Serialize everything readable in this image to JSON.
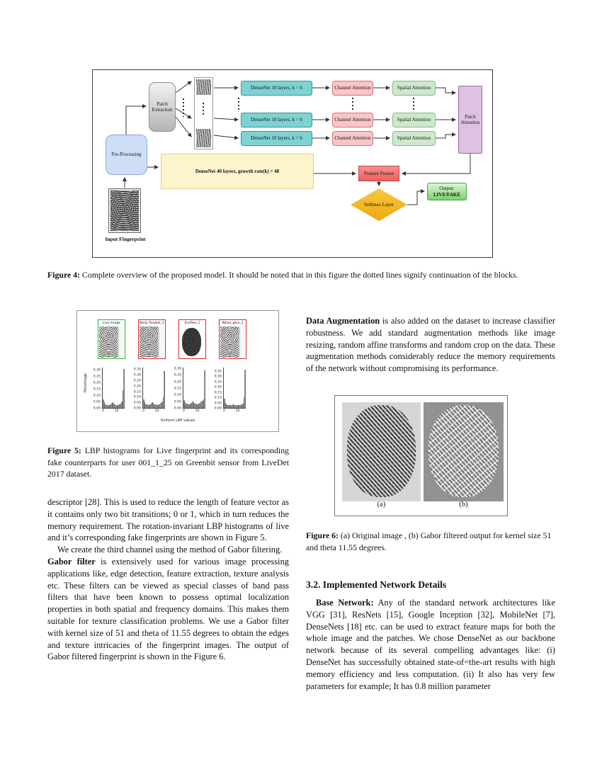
{
  "figure4": {
    "nodes": {
      "patch_extraction": "Patch Extraction",
      "pre_processing": "Pre-Processing",
      "input_fingerprint_label": "Input Fingerprint",
      "densenet10": "DenseNet 10 layers, k = 6",
      "channel_attention": "Channel Attention",
      "spatial_attention": "Spatial Attention",
      "patch_attention": "Patch Attention",
      "densenet40": "DenseNet 40 layers, growth rate(k) = 48",
      "feature_fusion": "Feature Fusion",
      "softmax": "Softmax Layer",
      "output_line1": "Output:",
      "output_line2": "LIVE/FAKE"
    },
    "colors": {
      "densenet10_fill": "#7fd2d2",
      "channel_fill": "#f8c6c6",
      "spatial_fill": "#cde8cd",
      "patch_attention_fill": "#ddc2e2",
      "densenet40_fill": "#fbf4cd",
      "feature_fusion_fill": "#ee5f5e",
      "softmax_fill": "#f2b41f",
      "output_fill": "#79d46a",
      "pre_processing_fill": "#cfdef7"
    },
    "caption_label": "Figure 4:",
    "caption_text": " Complete overview of the proposed model. It should be noted that in this figure the dotted lines signify continuation of the blocks."
  },
  "figure5": {
    "panels": [
      {
        "title": "Live image",
        "border": "#2db52d"
      },
      {
        "title": "Body Double_1",
        "border": "#d42a2a"
      },
      {
        "title": "Ecoflex_1",
        "border": "#d42a2a"
      },
      {
        "title": "Wood_glue_1",
        "border": "#d42a2a"
      }
    ],
    "caption_label": "Figure 5:",
    "caption_text": " LBP histograms for Live fingerprint and its corresponding fake counterparts for user 001_1_25 on Greenbit sensor from LiveDet 2017 dataset."
  },
  "chart_data": [
    {
      "type": "bar",
      "title": "Live image",
      "xlabel": "Uniform LBP values",
      "ylabel": "Percentage",
      "ylim": [
        0,
        0.32
      ],
      "yticks": [
        "0.00",
        "0.05",
        "0.10",
        "0.15",
        "0.20",
        "0.25",
        "0.30"
      ],
      "xticks": [
        "0",
        "10"
      ],
      "x_bins": [
        0,
        1,
        2,
        3,
        4,
        5,
        6,
        7,
        8,
        9,
        10,
        11,
        12,
        13,
        14,
        15,
        16,
        17
      ],
      "values": [
        0.07,
        0.045,
        0.03,
        0.025,
        0.02,
        0.025,
        0.03,
        0.04,
        0.045,
        0.035,
        0.025,
        0.02,
        0.025,
        0.03,
        0.035,
        0.05,
        0.14,
        0.31
      ]
    },
    {
      "type": "bar",
      "title": "Body Double_1",
      "xlabel": "Uniform LBP values",
      "ylim": [
        0,
        0.37
      ],
      "yticks": [
        "0.00",
        "0.05",
        "0.10",
        "0.15",
        "0.20",
        "0.25",
        "0.30",
        "0.35"
      ],
      "xticks": [
        "0",
        "10"
      ],
      "x_bins": [
        0,
        1,
        2,
        3,
        4,
        5,
        6,
        7,
        8,
        9,
        10,
        11,
        12,
        13,
        14,
        15,
        16,
        17
      ],
      "values": [
        0.08,
        0.05,
        0.035,
        0.03,
        0.025,
        0.03,
        0.04,
        0.05,
        0.045,
        0.035,
        0.03,
        0.025,
        0.03,
        0.035,
        0.045,
        0.06,
        0.1,
        0.34
      ]
    },
    {
      "type": "bar",
      "title": "Ecoflex_1",
      "xlabel": "Uniform LBP values",
      "ylim": [
        0,
        0.31
      ],
      "yticks": [
        "0.00",
        "0.05",
        "0.10",
        "0.15",
        "0.20",
        "0.25",
        "0.30"
      ],
      "xticks": [
        "0",
        "10"
      ],
      "x_bins": [
        0,
        1,
        2,
        3,
        4,
        5,
        6,
        7,
        8,
        9,
        10,
        11,
        12,
        13,
        14,
        15,
        16,
        17
      ],
      "values": [
        0.06,
        0.045,
        0.035,
        0.03,
        0.025,
        0.03,
        0.04,
        0.05,
        0.045,
        0.035,
        0.03,
        0.025,
        0.03,
        0.04,
        0.05,
        0.055,
        0.065,
        0.29
      ]
    },
    {
      "type": "bar",
      "title": "Wood_glue_1",
      "xlabel": "Uniform LBP values",
      "ylim": [
        0,
        0.39
      ],
      "yticks": [
        "0.00",
        "0.05",
        "0.10",
        "0.15",
        "0.20",
        "0.25",
        "0.30",
        "0.35"
      ],
      "xticks": [
        "0",
        "10"
      ],
      "x_bins": [
        0,
        1,
        2,
        3,
        4,
        5,
        6,
        7,
        8,
        9,
        10,
        11,
        12,
        13,
        14,
        15,
        16,
        17
      ],
      "values": [
        0.09,
        0.05,
        0.035,
        0.03,
        0.025,
        0.025,
        0.03,
        0.035,
        0.03,
        0.028,
        0.025,
        0.025,
        0.028,
        0.03,
        0.035,
        0.04,
        0.1,
        0.37
      ]
    }
  ],
  "figure6": {
    "labels": [
      "(a)",
      "(b)"
    ],
    "caption_label": "Figure 6:",
    "caption_text": " (a) Original image , (b) Gabor filtered output for kernel size 51 and theta 11.55 degrees."
  },
  "left_column": {
    "p1": "descriptor [28]. This is used to reduce the length of feature vector as it contains only two bit transitions; 0 or 1, which in turn reduces the memory requirement. The rotation-invariant LBP histograms of live and it’s corresponding fake fingerprints are shown in Figure 5.",
    "p2": "We create the third channel using the method of Gabor filtering.",
    "p3_lead": "Gabor filter",
    "p3_rest": " is extensively used for various image processing applications like, edge detection, feature extraction, texture analysis etc. These filters can be viewed as special classes of band pass filters that have been known to possess optimal localization properties in both spatial and frequency domains. This makes them suitable for texture classification problems. We use a Gabor filter with kernel size of 51 and theta of 11.55 degrees to obtain the edges and texture intricacies of the fingerprint images. The output of Gabor filtered fingerprint is shown in the Figure 6."
  },
  "right_column": {
    "p1_lead": "Data Augmentation",
    "p1_rest": " is also added on the dataset to increase classifier robustness. We add standard augmentation methods like image resizing, random affine transforms and random crop on the data. These augmentation methods considerably reduce the memory requirements of the network without compromising its performance.",
    "section_heading": "3.2. Implemented Network Details",
    "p2_lead": "Base Network:",
    "p2_rest": " Any of the standard network architectures like VGG [31], ResNets [15], Google Inception [32], MobileNet [7], DenseNets [18] etc. can be used to extract feature maps for both the whole image and the patches. We chose DenseNet as our backbone network because of its several compelling advantages like: (i) DenseNet has successfully obtained state-of=the-art results with high memory efficiency and less computation. (ii) It also has very few parameters for example; It has 0.8 million parameter"
  }
}
